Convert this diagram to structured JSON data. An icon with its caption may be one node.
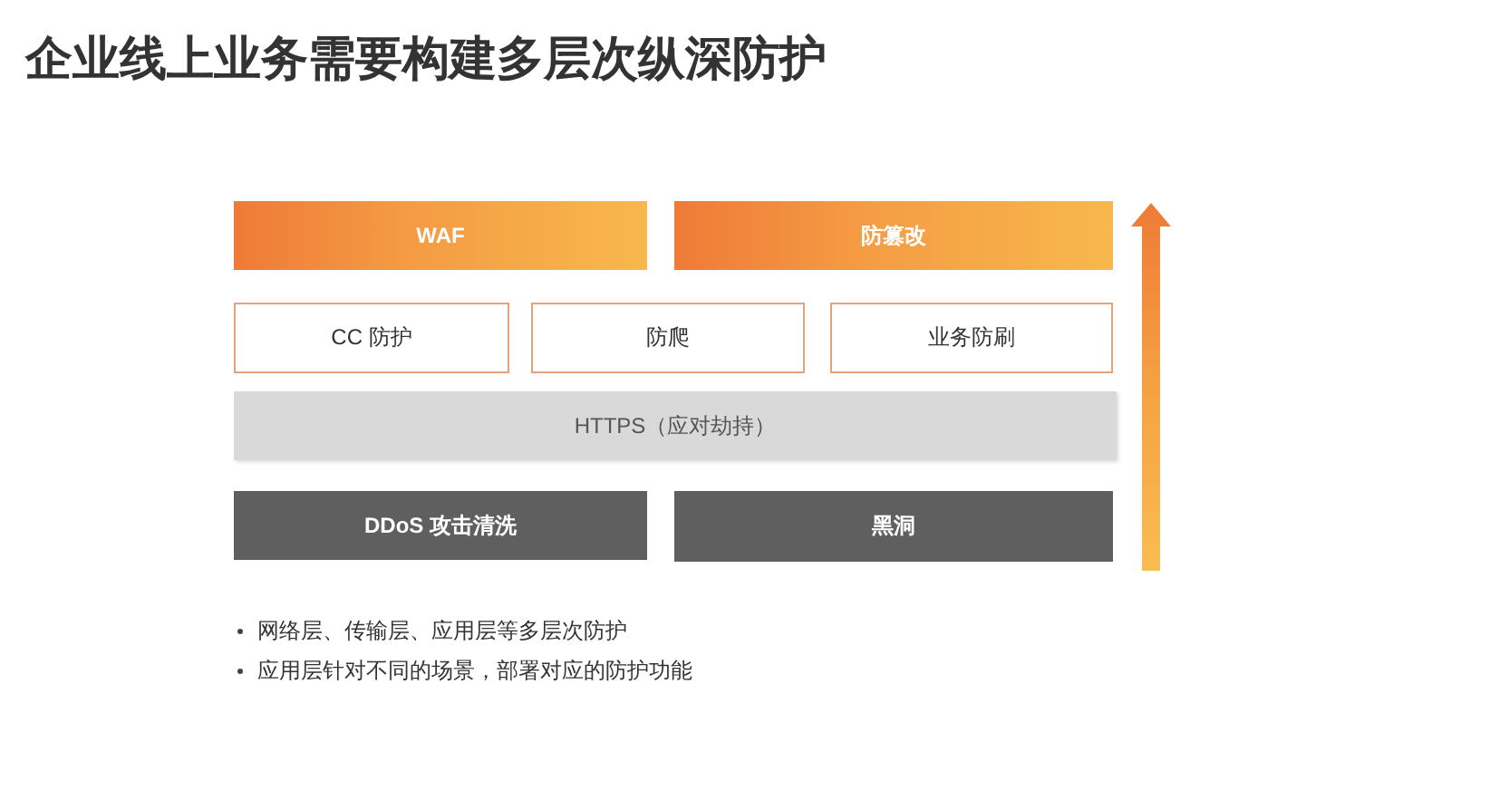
{
  "diagram": {
    "title": "企业线上业务需要构建多层次纵深防护",
    "nodes": [
      {
        "text": [
          "WAF"
        ]
      },
      {
        "text": [
          "防篡改"
        ]
      },
      {
        "text": [
          "CC 防护"
        ]
      },
      {
        "text": [
          "防爬"
        ]
      },
      {
        "text": [
          "业务防刷"
        ]
      },
      {
        "text": [
          "HTTPS（应对劫持）"
        ]
      },
      {
        "text": [
          "DDoS 攻击清洗"
        ]
      },
      {
        "text": [
          "黑洞"
        ]
      }
    ],
    "labels": [
      "网络层、传输层、应用层等多层次防护",
      "应用层针对不同的场景，部署对应的防护功能"
    ]
  }
}
